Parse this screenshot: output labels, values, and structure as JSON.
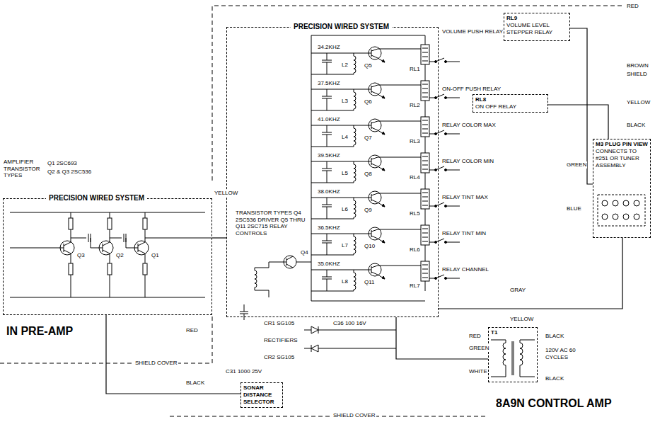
{
  "diagram": {
    "nodes": [
      {
        "text": [
          "PRECISION WIRED SYSTEM"
        ]
      },
      {
        "text": [
          "RL9",
          "VOLUME LEVEL STEPPER RELAY"
        ]
      },
      {
        "text": [
          "RL8",
          "ON OFF RELAY"
        ]
      },
      {
        "text": [
          "M3 PLUG PIN VIEW",
          "CONNECTS TO #251 OR TUNER ASSEMBLY"
        ]
      },
      {
        "text": [
          "PRECISION WIRED SYSTEM"
        ]
      },
      {
        "text": [
          "T1"
        ]
      },
      {
        "text": [
          "SONAR DISTANCE SELECTOR"
        ]
      }
    ],
    "edges": [
      {
        "from": 4,
        "to": 0,
        "arrow": "none"
      },
      {
        "from": 0,
        "to": 3,
        "arrow": "none"
      },
      {
        "from": 1,
        "to": 3,
        "arrow": "none"
      },
      {
        "from": 2,
        "to": 3,
        "arrow": "none"
      },
      {
        "from": 5,
        "to": 0,
        "arrow": "none"
      },
      {
        "from": 6,
        "to": 4,
        "arrow": "none"
      }
    ],
    "labels": [
      "AMPLIFIER TRANSISTOR TYPES",
      "Q1 2SC693",
      "Q2 & Q3 2SC536",
      "Q3",
      "Q2",
      "Q1",
      "IN PRE-AMP",
      "SHIELD COVER",
      "YELLOW",
      "TRANSISTOR TYPES Q4 2SC536 DRIVER Q5 THRU Q11 2SC715 RELAY CONTROLS",
      "Q4",
      "34.2KHZ",
      "37.5KHZ",
      "41.0KHZ",
      "39.5KHZ",
      "38.0KHZ",
      "36.5KHZ",
      "35.0KHZ",
      "L2",
      "L3",
      "L4",
      "L5",
      "L6",
      "L7",
      "L8",
      "Q5",
      "Q6",
      "Q7",
      "Q8",
      "Q9",
      "Q10",
      "Q11",
      "RL1",
      "RL2",
      "RL3",
      "RL4",
      "RL5",
      "RL6",
      "RL7",
      "VOLUME PUSH RELAY",
      "ON-OFF PUSH RELAY",
      "RELAY COLOR MAX",
      "RELAY COLOR MIN",
      "RELAY TINT MAX",
      "RELAY TINT MIN",
      "RELAY CHANNEL",
      "RED",
      "BROWN",
      "SHIELD",
      "YELLOW",
      "BLACK",
      "GREEN",
      "BLUE",
      "GRAY",
      "YELLOW",
      "CR1 SG105",
      "RECTIFIERS",
      "CR2 SG105",
      "C36 100 16V",
      "C31 1000 25V",
      "RED",
      "BLACK",
      "RED",
      "GREEN",
      "WHITE",
      "BLACK",
      "120V AC 60 CYCLES",
      "BLACK",
      "8A9N CONTROL AMP",
      "SHIELD COVER"
    ]
  }
}
